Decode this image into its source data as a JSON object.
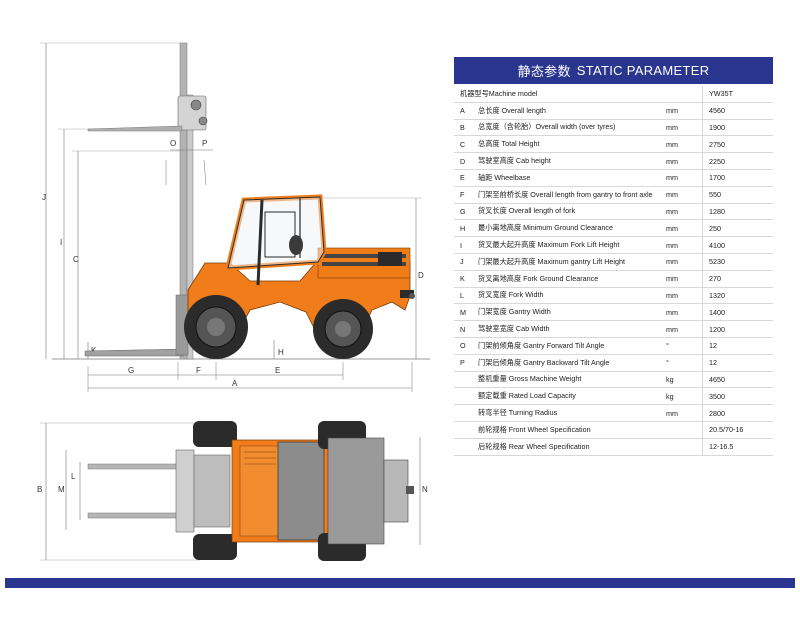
{
  "header": {
    "title_cn": "静态参数",
    "title_en": "STATIC PARAMETER"
  },
  "dimension_letters": {
    "J": "J",
    "I": "I",
    "C": "C",
    "K": "K",
    "O": "O",
    "P": "P",
    "H": "H",
    "D": "D",
    "G": "G",
    "F": "F",
    "E": "E",
    "A": "A",
    "B": "B",
    "M": "M",
    "L": "L",
    "N": "N"
  },
  "machine_model": {
    "label": "机器型号Machine model",
    "value": "YW35T"
  },
  "rows": [
    {
      "letter": "A",
      "name": "总长度 Overall length",
      "unit": "mm",
      "value": "4560"
    },
    {
      "letter": "B",
      "name": "总宽度（含轮胎）Overall width (over tyres)",
      "unit": "mm",
      "value": "1900"
    },
    {
      "letter": "C",
      "name": "总高度 Total Height",
      "unit": "mm",
      "value": "2750"
    },
    {
      "letter": "D",
      "name": "驾驶室高度 Cab height",
      "unit": "mm",
      "value": "2250"
    },
    {
      "letter": "E",
      "name": "轴距 Wheelbase",
      "unit": "mm",
      "value": "1700"
    },
    {
      "letter": "F",
      "name": "门架至前桥长度 Overall length from gantry to front axle",
      "unit": "mm",
      "value": "550"
    },
    {
      "letter": "G",
      "name": "货叉长度 Overall length of fork",
      "unit": "mm",
      "value": "1280"
    },
    {
      "letter": "H",
      "name": "最小离地高度 Minimum Ground Clearance",
      "unit": "mm",
      "value": "250"
    },
    {
      "letter": "I",
      "name": "货叉最大起升高度 Maximum Fork Lift Height",
      "unit": "mm",
      "value": "4100"
    },
    {
      "letter": "J",
      "name": "门架最大起升高度 Maximum gantry Lift Height",
      "unit": "mm",
      "value": "5230"
    },
    {
      "letter": "K",
      "name": "货叉离地高度 Fork Ground Clearance",
      "unit": "mm",
      "value": "270"
    },
    {
      "letter": "L",
      "name": "货叉宽度 Fork Width",
      "unit": "mm",
      "value": "1320"
    },
    {
      "letter": "M",
      "name": "门架宽度 Gantry Width",
      "unit": "mm",
      "value": "1400"
    },
    {
      "letter": "N",
      "name": "驾驶室宽度 Cab Width",
      "unit": "mm",
      "value": "1200"
    },
    {
      "letter": "O",
      "name": "门架前倾角度 Gantry Forward Tilt Angle",
      "unit": "°",
      "value": "12"
    },
    {
      "letter": "P",
      "name": "门架后倾角度 Gantry Backward Tilt Angle",
      "unit": "°",
      "value": "12"
    },
    {
      "letter": "",
      "name": "整机重量 Gross Machine Weight",
      "unit": "kg",
      "value": "4650"
    },
    {
      "letter": "",
      "name": "额定载重 Rated Load Capacity",
      "unit": "kg",
      "value": "3500"
    },
    {
      "letter": "",
      "name": "转弯半径 Turning Radius",
      "unit": "mm",
      "value": "2800"
    },
    {
      "letter": "",
      "name": "前轮规格 Front Wheel Specification",
      "unit": "",
      "value": "20.5/70-16"
    },
    {
      "letter": "",
      "name": "后轮规格 Rear Wheel Specification",
      "unit": "",
      "value": "12-16.5"
    }
  ],
  "colors": {
    "brand_blue": "#2a3590",
    "body_orange": "#f07d1a",
    "dark": "#2b2b2b",
    "mast_gray": "#a9a9a9"
  }
}
